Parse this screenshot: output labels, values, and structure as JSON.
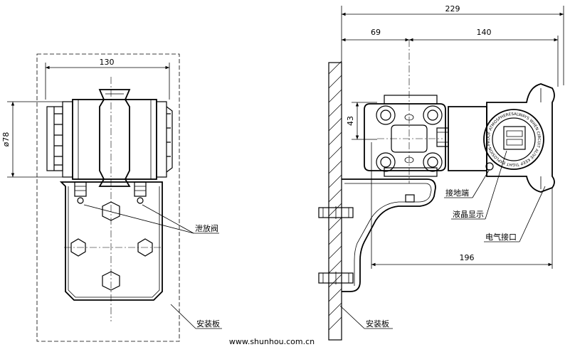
{
  "dimensions": {
    "width_front": "130",
    "diameter": "ø78",
    "overall": "229",
    "flange_offset": "69",
    "body_length": "140",
    "bolt_spacing": "43",
    "to_body": "196"
  },
  "labels": {
    "drain_valve": "泄放阀",
    "mount_plate_left": "安装板",
    "mount_plate_right": "安装板",
    "ground_terminal": "接地端",
    "lcd_display": "液晶显示",
    "electric_port": "电气接口"
  },
  "nameplate": {
    "ring_text": "ALWAYS WHEN CIRCUIT ALIVE  KEEP TIGHT  EXPLOSION-PROOF ATMOSPHERES"
  },
  "watermark": "www.shunhou.com.cn"
}
